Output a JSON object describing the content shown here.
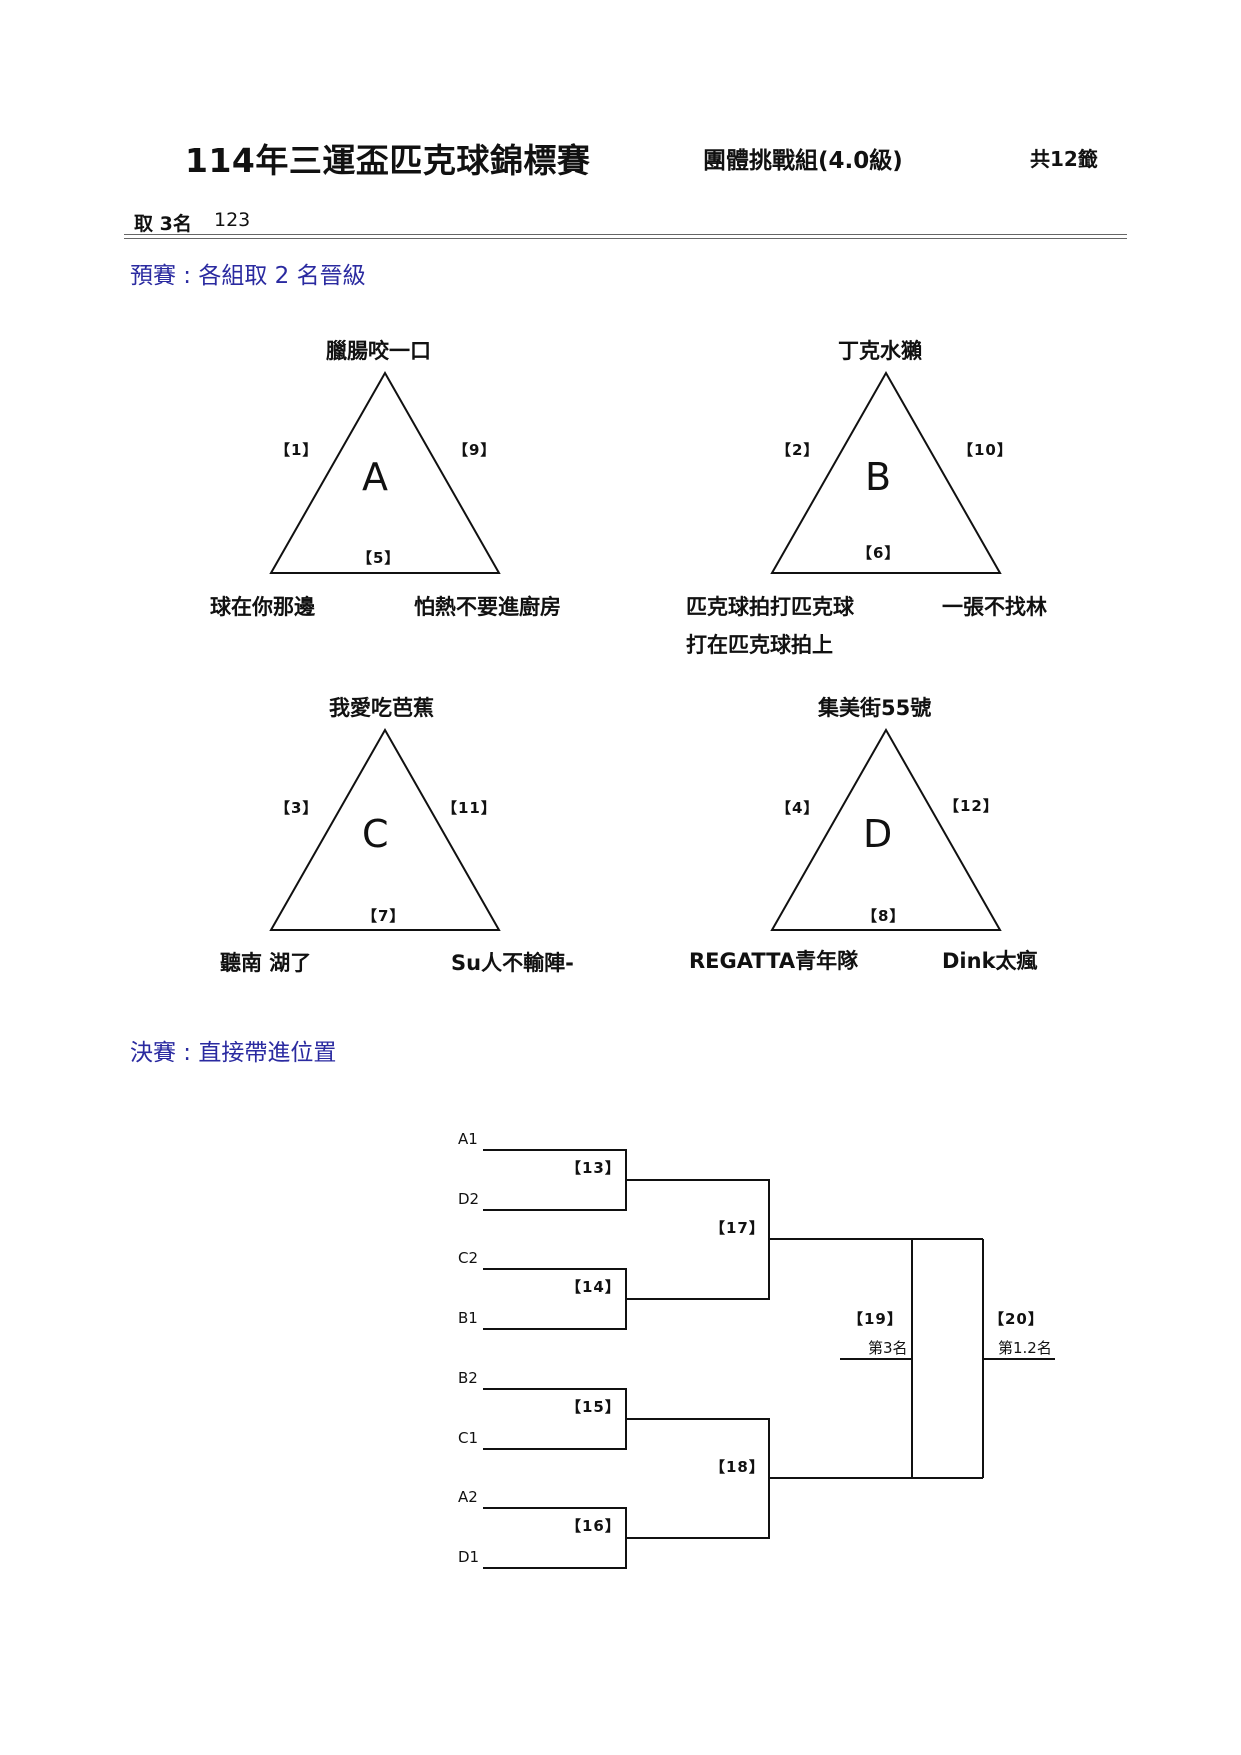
{
  "header": {
    "title": "114年三運盃匹克球錦標賽",
    "division": "團體挑戰組(4.0級)",
    "draws": "共12籤",
    "take_label": "取 3名",
    "take_value": "123"
  },
  "prelim": {
    "heading": "預賽 : 各組取 2 名晉級",
    "groups": [
      {
        "letter": "A",
        "top_team": "臘腸咬一口",
        "left_team": "球在你那邊",
        "right_team": "怕熱不要進廚房",
        "left_match": "【1】",
        "right_match": "【9】",
        "bottom_match": "【5】"
      },
      {
        "letter": "B",
        "top_team": "丁克水獺",
        "left_team": "匹克球拍打匹克球",
        "left_team_line2": "打在匹克球拍上",
        "right_team": "一張不找林",
        "left_match": "【2】",
        "right_match": "【10】",
        "bottom_match": "【6】"
      },
      {
        "letter": "C",
        "top_team": "我愛吃芭蕉",
        "left_team": "聽南 湖了",
        "right_team": "Su人不輸陣-",
        "left_match": "【3】",
        "right_match": "【11】",
        "bottom_match": "【7】"
      },
      {
        "letter": "D",
        "top_team": "集美街55號",
        "left_team": "REGATTA青年隊",
        "right_team": "Dink太瘋",
        "left_match": "【4】",
        "right_match": "【12】",
        "bottom_match": "【8】"
      }
    ]
  },
  "final": {
    "heading": "決賽 : 直接帶進位置",
    "seeds": [
      "A1",
      "D2",
      "C2",
      "B1",
      "B2",
      "C1",
      "A2",
      "D1"
    ],
    "round1_matches": [
      "【13】",
      "【14】",
      "【15】",
      "【16】"
    ],
    "semi_matches": [
      "【17】",
      "【18】"
    ],
    "third_match": "【19】",
    "third_label": "第3名",
    "final_match": "【20】",
    "final_label": "第1.2名"
  }
}
